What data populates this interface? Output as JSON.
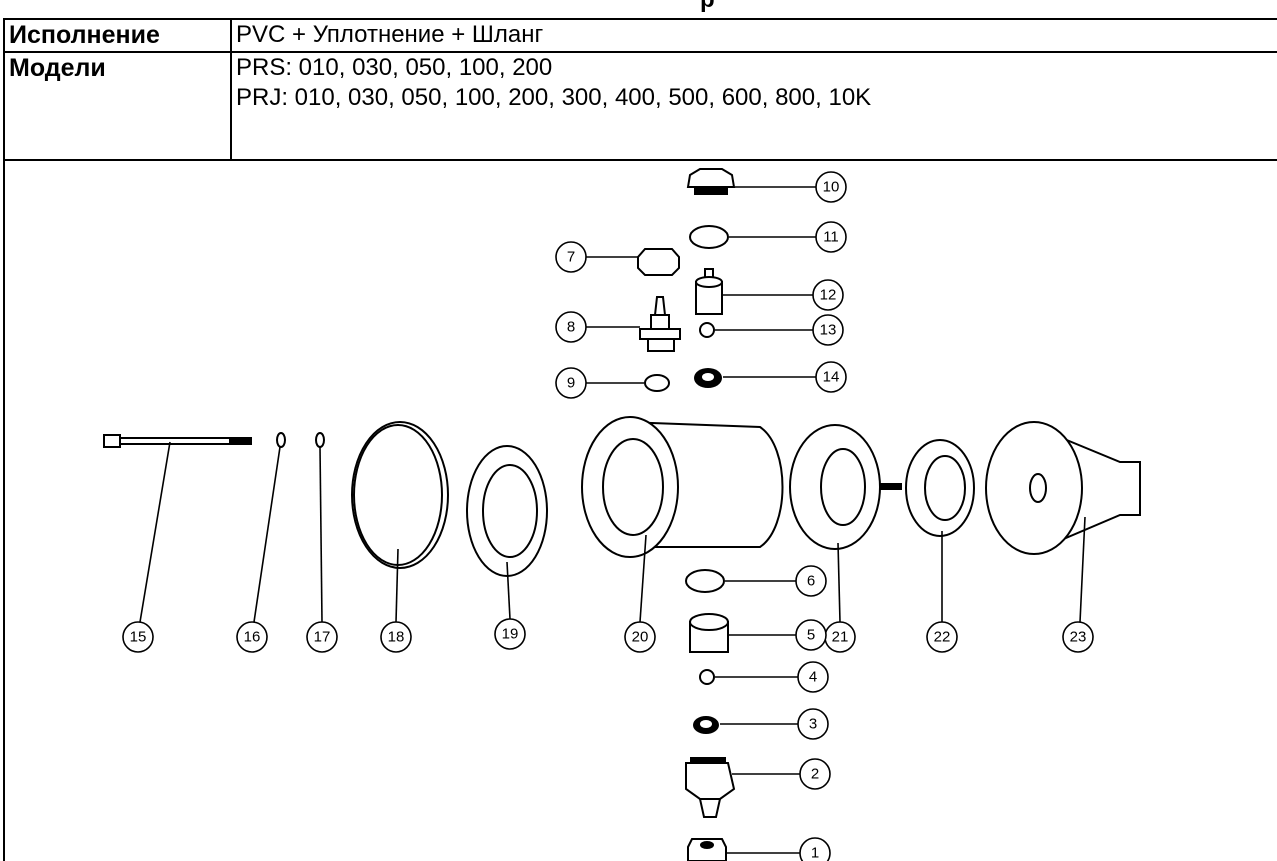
{
  "header": {
    "title_fragment": "р"
  },
  "spec_table": {
    "rows": [
      {
        "label": "Исполнение",
        "value": "PVC + Уплотнение + Шланг"
      },
      {
        "label": "Модели",
        "value_lines": [
          "PRS: 010, 030, 050, 100, 200",
          "PRJ: 010, 030, 050, 100, 200, 300, 400, 500, 600, 800, 10K"
        ]
      }
    ]
  },
  "drawing": {
    "callouts": [
      "1",
      "2",
      "3",
      "4",
      "5",
      "6",
      "7",
      "8",
      "9",
      "10",
      "11",
      "12",
      "13",
      "14",
      "15",
      "16",
      "17",
      "18",
      "19",
      "20",
      "21",
      "22",
      "23"
    ]
  }
}
